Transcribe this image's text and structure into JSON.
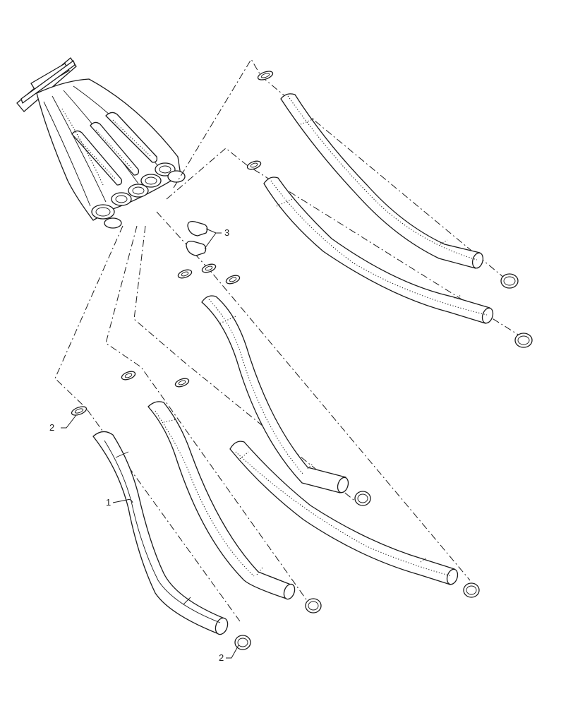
{
  "diagram": {
    "callouts": {
      "item_1": "1",
      "item_2_top": "2",
      "item_2_bottom": "2",
      "item_3": "3"
    }
  }
}
